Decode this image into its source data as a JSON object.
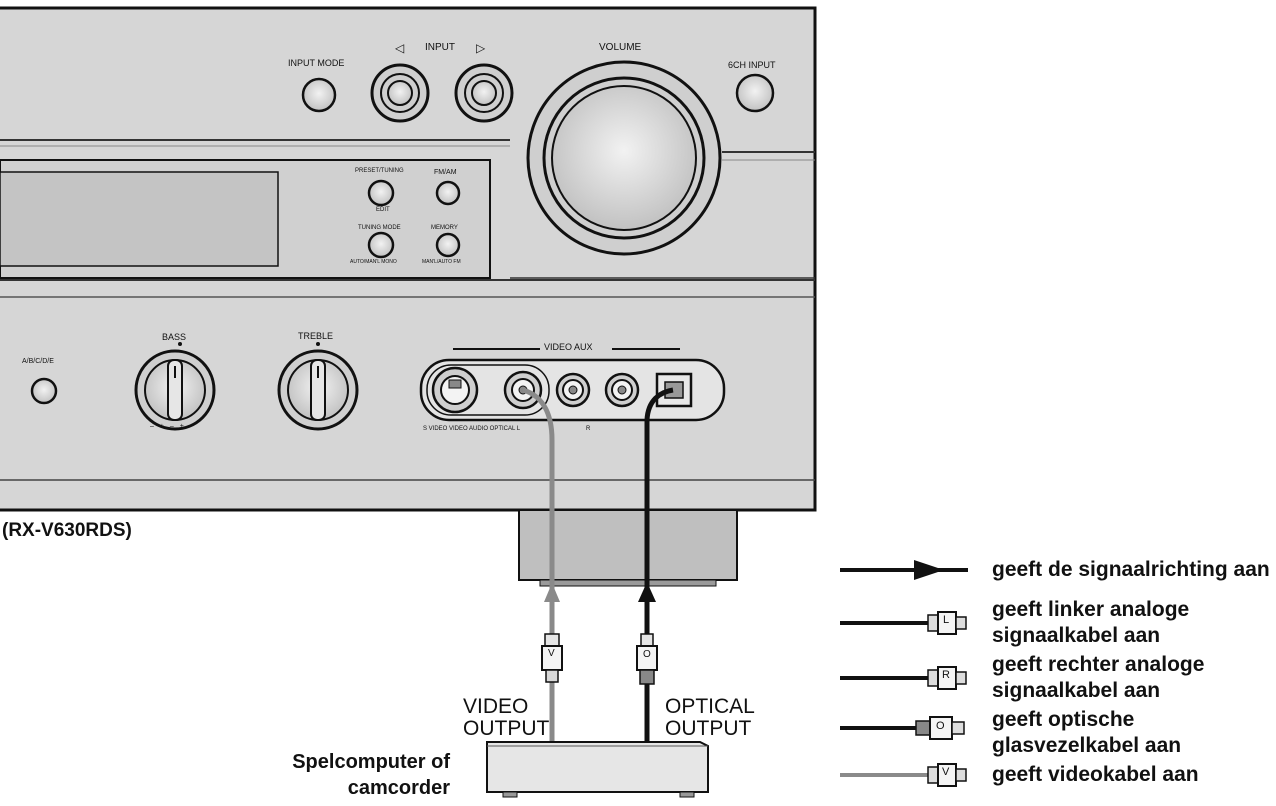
{
  "receiver": {
    "model_caption": "(RX-V630RDS)",
    "buttons": {
      "input_mode": "INPUT MODE",
      "input": "INPUT",
      "input_left_arrow": "◁",
      "input_right_arrow": "▷",
      "volume": "VOLUME",
      "six_ch_input": "6CH INPUT",
      "preset_tuning": "PRESET/TUNING",
      "edit": "EDIT",
      "fm_am": "FM/AM",
      "tuning_mode": "TUNING MODE",
      "auto_man_mono": "AUTO/MAN'L MONO",
      "memory": "MEMORY",
      "man_auto_fm": "MAN'L/AUTO FM",
      "abcde": "A/B/C/D/E",
      "bass": "BASS",
      "treble": "TREBLE",
      "knob_scale": "– + – +"
    },
    "video_aux": {
      "title": "VIDEO AUX",
      "jack_labels": "S VIDEO VIDEO AUDIO OPTICAL L",
      "r_label": "R"
    }
  },
  "cables": {
    "video_plug_letter": "V",
    "optical_plug_letter": "O",
    "video_output": [
      "VIDEO",
      "OUTPUT"
    ],
    "optical_output": [
      "OPTICAL",
      "OUTPUT"
    ]
  },
  "device": {
    "label": [
      "Spelcomputer of",
      "camcorder"
    ]
  },
  "legend": [
    {
      "icon": "arrow-icon",
      "letter": "",
      "lines": [
        "geeft de signaalrichting aan"
      ]
    },
    {
      "icon": "left-analog-plug-icon",
      "letter": "L",
      "lines": [
        "geeft linker analoge",
        "signaalkabel aan"
      ]
    },
    {
      "icon": "right-analog-plug-icon",
      "letter": "R",
      "lines": [
        "geeft rechter analoge",
        "signaalkabel aan"
      ]
    },
    {
      "icon": "optical-plug-icon",
      "letter": "O",
      "lines": [
        "geeft optische",
        "glasvezelkabel aan"
      ]
    },
    {
      "icon": "video-plug-icon",
      "letter": "V",
      "lines": [
        "geeft videokabel aan"
      ]
    }
  ],
  "colors": {
    "panel": "#d6d6d6",
    "panel_dark": "#b4b4b4",
    "outline": "#111111",
    "video_cable": "#8a8a8a",
    "optical_cable": "#111111"
  }
}
